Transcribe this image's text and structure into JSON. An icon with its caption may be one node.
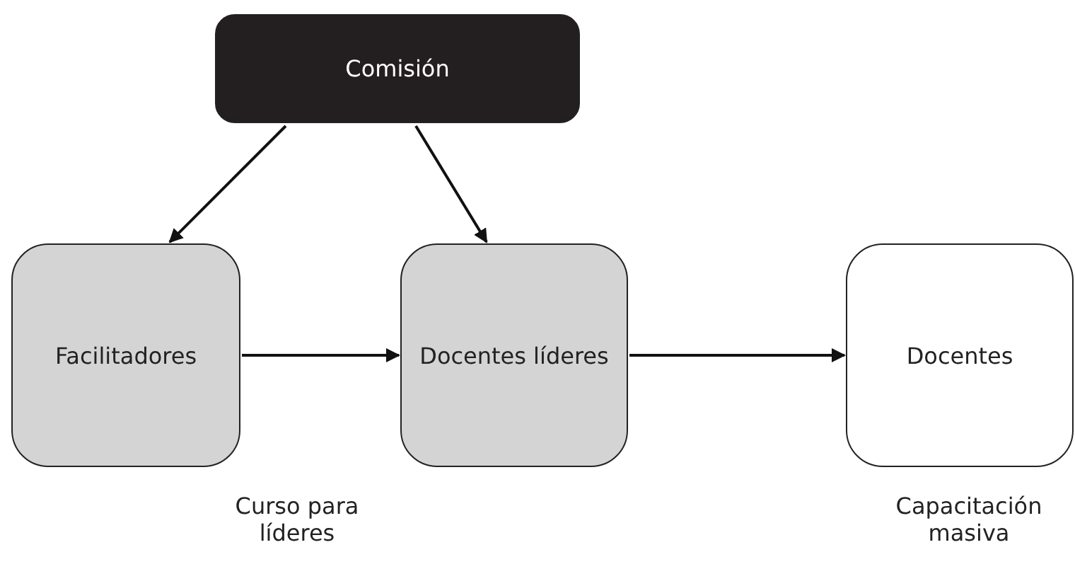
{
  "diagram": {
    "nodes": [
      {
        "text": [
          "Comisión"
        ]
      },
      {
        "text": [
          "Facilitadores"
        ]
      },
      {
        "text": [
          "Docentes líderes"
        ]
      },
      {
        "text": [
          "Docentes"
        ]
      }
    ],
    "edges": [
      {
        "from": 0,
        "to": 1,
        "arrow": "to"
      },
      {
        "from": 0,
        "to": 2,
        "arrow": "to"
      },
      {
        "from": 1,
        "to": 2,
        "arrow": "to"
      },
      {
        "from": 2,
        "to": 3,
        "arrow": "to"
      }
    ],
    "labels": [
      "Curso para líderes",
      "Capacitación masiva"
    ]
  }
}
